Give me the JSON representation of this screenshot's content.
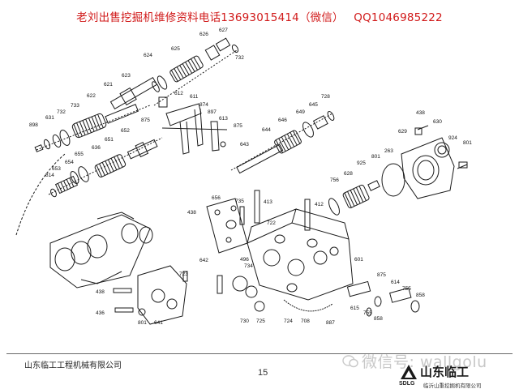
{
  "banner": {
    "text": "老刘出售挖掘机维修资料电话13693015414（微信）",
    "qq": "QQ1046985222"
  },
  "diagram": {
    "part_numbers": [
      "626",
      "627",
      "732",
      "625",
      "624",
      "623",
      "621",
      "622",
      "733",
      "732",
      "631",
      "898",
      "612",
      "611",
      "874",
      "897",
      "613",
      "875",
      "875",
      "643",
      "644",
      "646",
      "649",
      "645",
      "728",
      "438",
      "630",
      "629",
      "924",
      "801",
      "263",
      "801",
      "925",
      "628",
      "756",
      "655",
      "636",
      "654",
      "652",
      "651",
      "653",
      "814",
      "656",
      "735",
      "413",
      "412",
      "722",
      "438",
      "496",
      "734",
      "642",
      "723",
      "601",
      "875",
      "614",
      "755",
      "858",
      "615",
      "755",
      "858",
      "887",
      "708",
      "724",
      "725",
      "730",
      "438",
      "436",
      "801",
      "641"
    ]
  },
  "footer": {
    "company": "山东临工工程机械有限公司",
    "page_number": "15",
    "watermark": "微信号: wallgolu",
    "logo_name": "山东临工",
    "logo_en": "SDLG",
    "logo_sub": "临沂山重挖掘机有限公司"
  }
}
